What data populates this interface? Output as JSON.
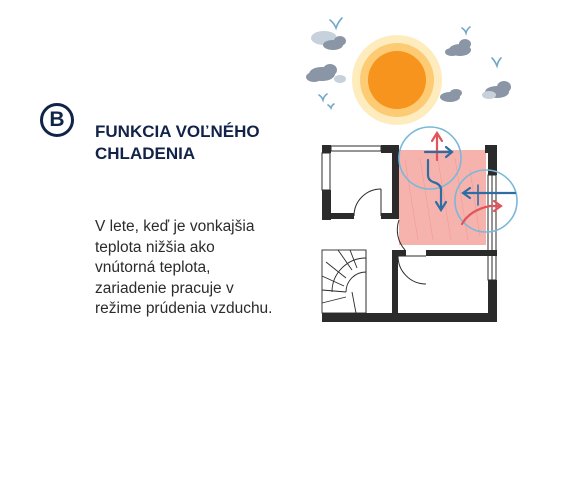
{
  "badge": {
    "letter": "B"
  },
  "heading": {
    "line1": "FUNKCIA VOĽNÉHO",
    "line2": "CHLADENIA"
  },
  "description": {
    "lines": [
      "V lete, keď je vonkajšia",
      "teplota nižšia ako",
      "vnútorná teplota,",
      "zariadenie pracuje v",
      "režime prúdenia vzduchu."
    ]
  },
  "colors": {
    "navy": "#12234a",
    "sun": "#f7941d",
    "warm_zone": "#f4a6a0",
    "cool_arrow": "#2e6da4",
    "warm_arrow": "#e0555a",
    "circle": "#7ab8d9",
    "wall": "#2b2b2b",
    "cloud": "#8a95a5",
    "bird": "#6fa8c9"
  }
}
